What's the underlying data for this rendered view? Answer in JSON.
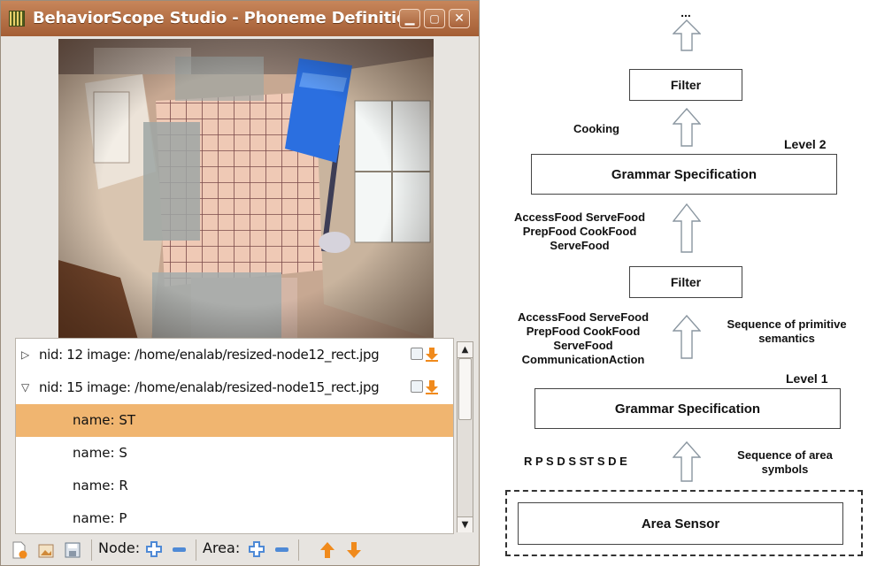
{
  "window": {
    "title": "BehaviorScope Studio - Phoneme Definition",
    "controls": [
      "minimize",
      "maximize",
      "close"
    ]
  },
  "tree": {
    "nodes": [
      {
        "text": "nid: 12 image: /home/enalab/resized-node12_rect.jpg",
        "expanded": false
      },
      {
        "text": "nid: 15 image: /home/enalab/resized-node15_rect.jpg",
        "expanded": true
      }
    ],
    "fields": [
      {
        "label": "name:",
        "value": "ST",
        "selected": true
      },
      {
        "label": "name:",
        "value": "S",
        "selected": false
      },
      {
        "label": "name:",
        "value": "R",
        "selected": false
      },
      {
        "label": "name:",
        "value": "P",
        "selected": false
      }
    ]
  },
  "toolbar": {
    "node_label": "Node:",
    "area_label": "Area:"
  },
  "diagram": {
    "ellipsis": "...",
    "filter_top": "Filter",
    "cooking": "Cooking",
    "level2": "Level 2",
    "grammar2": "Grammar Specification",
    "access_upper": [
      "AccessFood ServeFood",
      "PrepFood CookFood",
      "ServeFood"
    ],
    "filter_mid": "Filter",
    "access_lower": [
      "AccessFood ServeFood",
      "PrepFood CookFood",
      "ServeFood",
      "CommunicationAction"
    ],
    "seq_primitive": [
      "Sequence of primitive",
      "semantics"
    ],
    "level1": "Level 1",
    "grammar1": "Grammar Specification",
    "symbols": "R P S D S ST S D E",
    "seq_area": [
      "Sequence of area",
      "symbols"
    ],
    "area_sensor": "Area Sensor"
  },
  "colors": {
    "title_bar": "#b36d43",
    "selected_row": "#f0b570",
    "toolbar_blue": "#4f8ad6",
    "toolbar_orange": "#f08a1c"
  }
}
